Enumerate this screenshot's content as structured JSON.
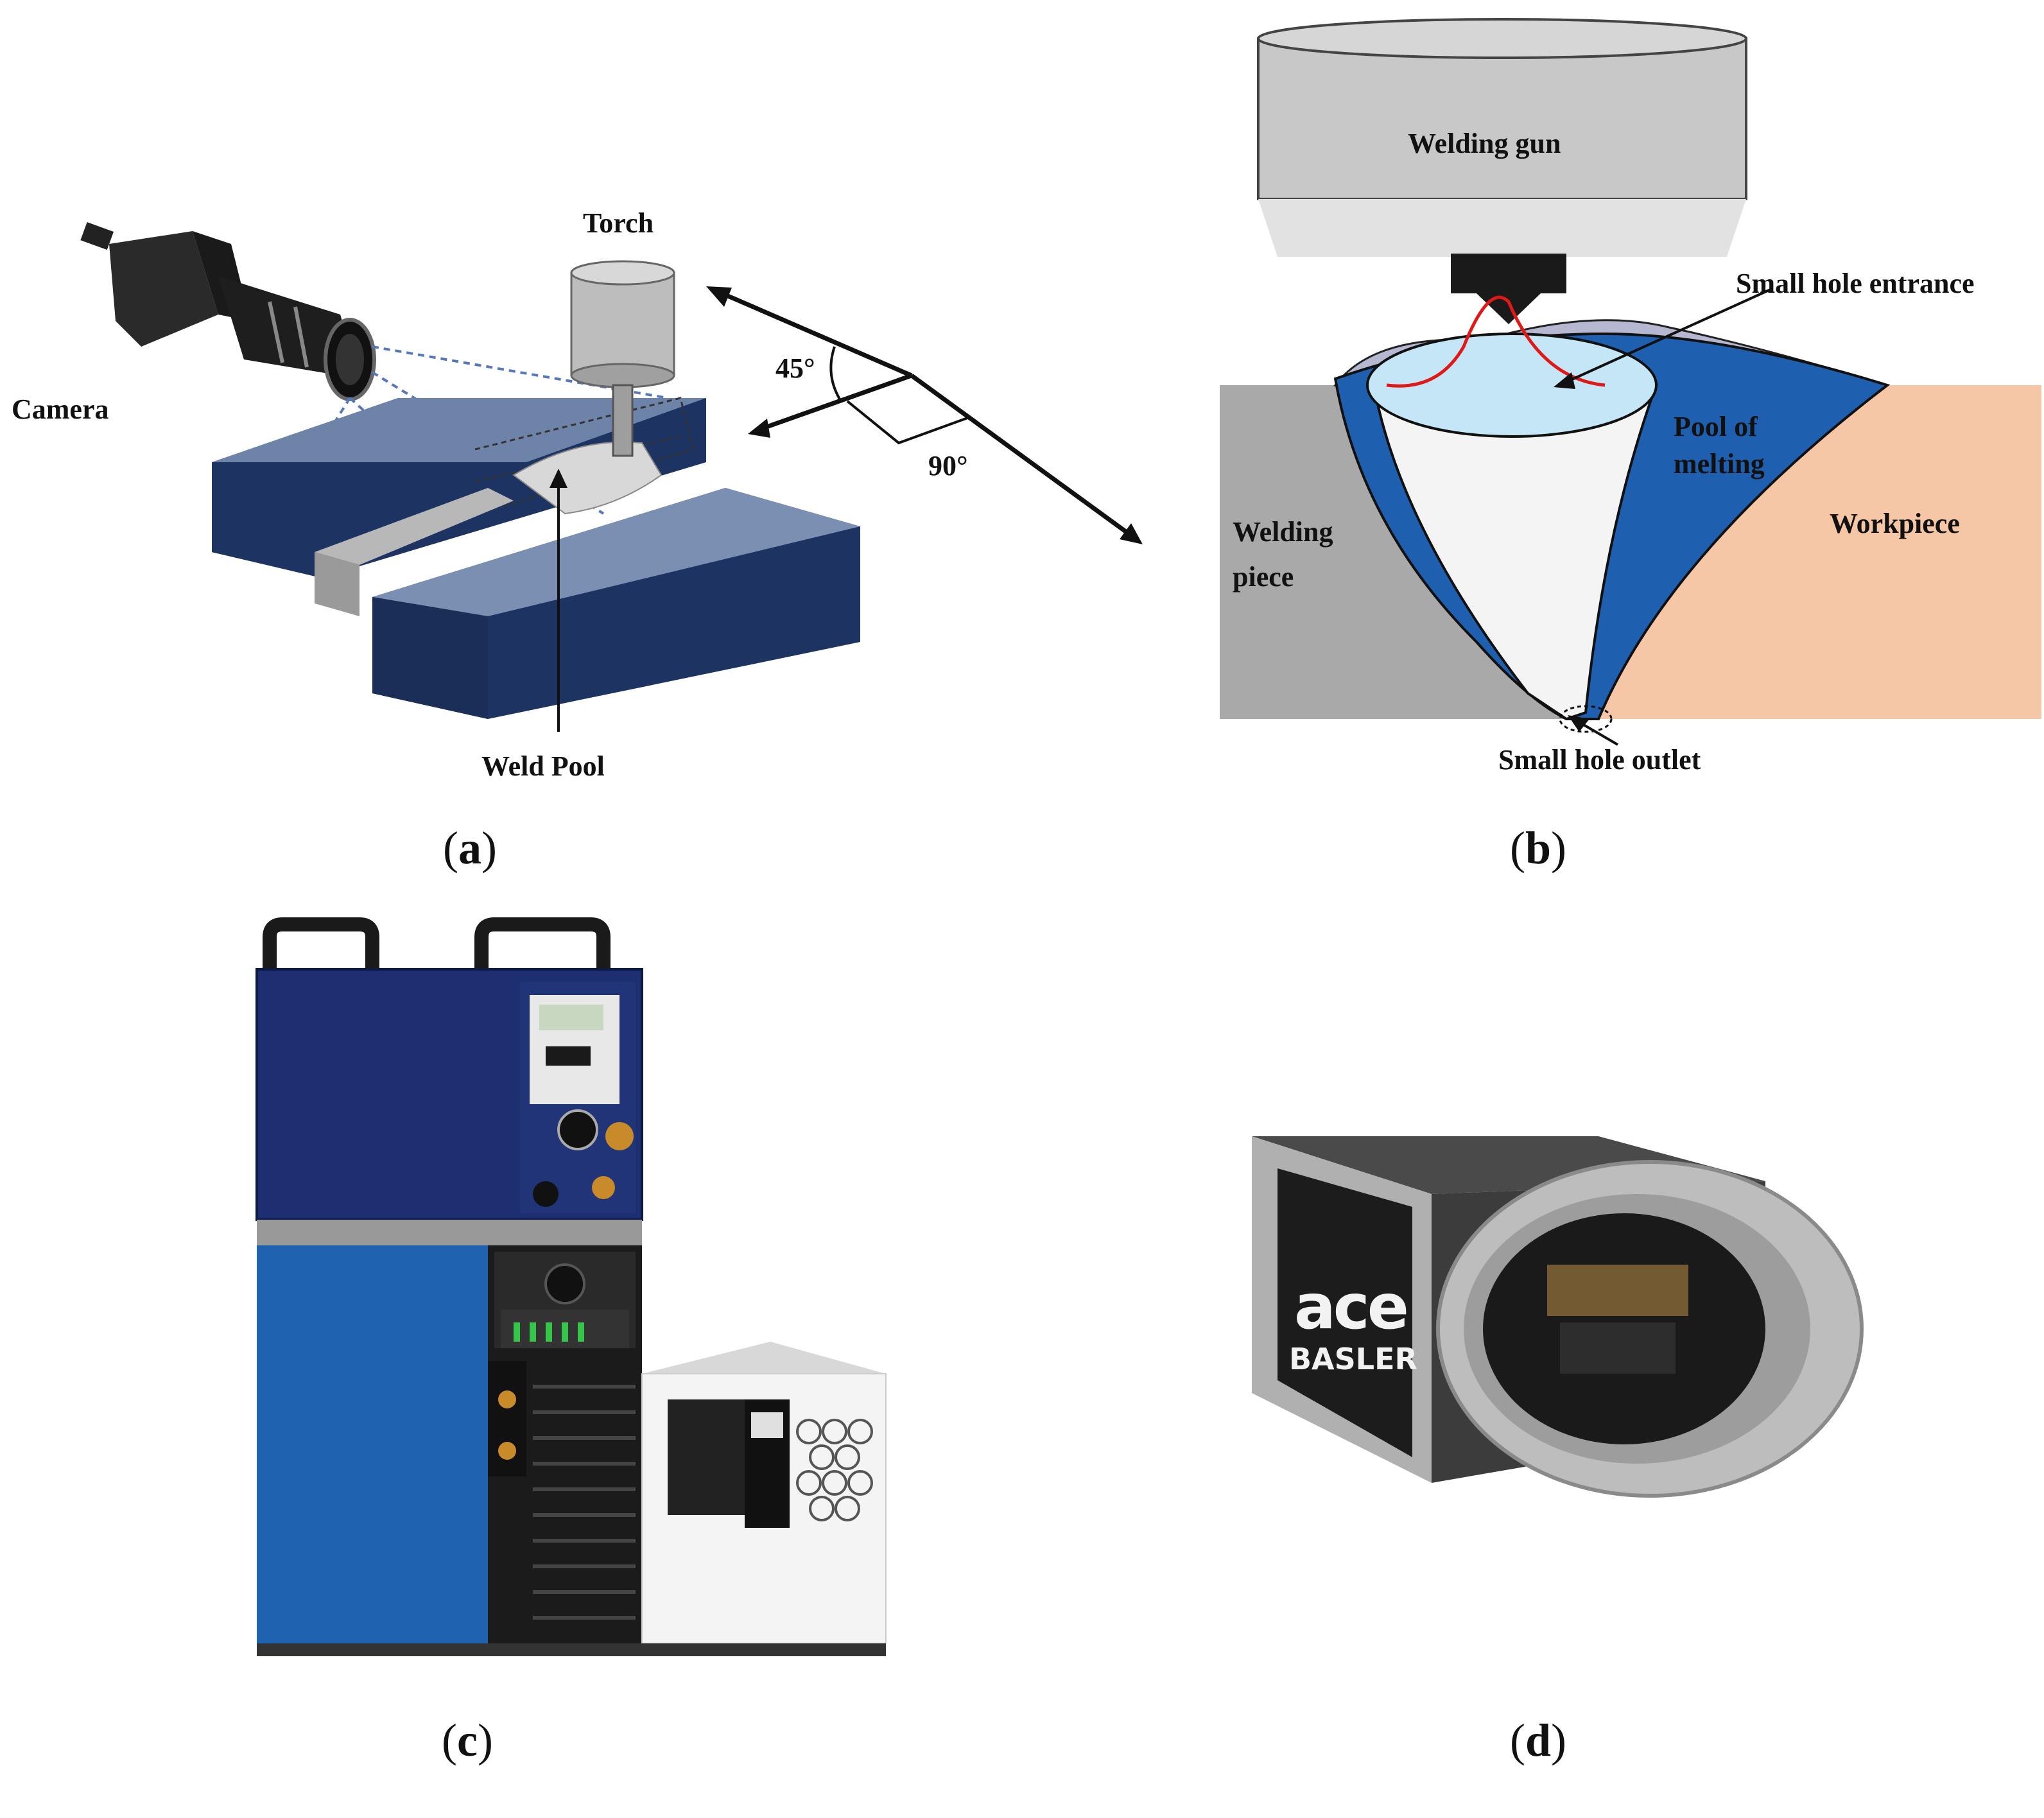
{
  "panel_a": {
    "labels": {
      "torch": "Torch",
      "camera": "Camera",
      "angle45": "45°",
      "angle90": "90°",
      "weld_pool": "Weld Pool"
    },
    "caption": {
      "open": "(",
      "letter": "a",
      "close": ")"
    }
  },
  "panel_b": {
    "labels": {
      "welding_gun": "Welding gun",
      "small_hole_entrance": "Small hole entrance",
      "pool_line1": "Pool of",
      "pool_line2": "melting",
      "welding_piece_line1": "Welding",
      "welding_piece_line2": "piece",
      "workpiece": "Workpiece",
      "small_hole_outlet": "Small hole outlet"
    },
    "colors": {
      "pool": "#1f5fb0",
      "workpiece": "#f6c7a6",
      "piece": "#a9a9a9",
      "gun": "#c8c8c8"
    },
    "caption": {
      "open": "(",
      "letter": "b",
      "close": ")"
    }
  },
  "panel_c": {
    "caption": {
      "open": "(",
      "letter": "c",
      "close": ")"
    }
  },
  "panel_d": {
    "logo": {
      "line1": "ace",
      "line2": "BASLER"
    },
    "caption": {
      "open": "(",
      "letter": "d",
      "close": ")"
    }
  }
}
